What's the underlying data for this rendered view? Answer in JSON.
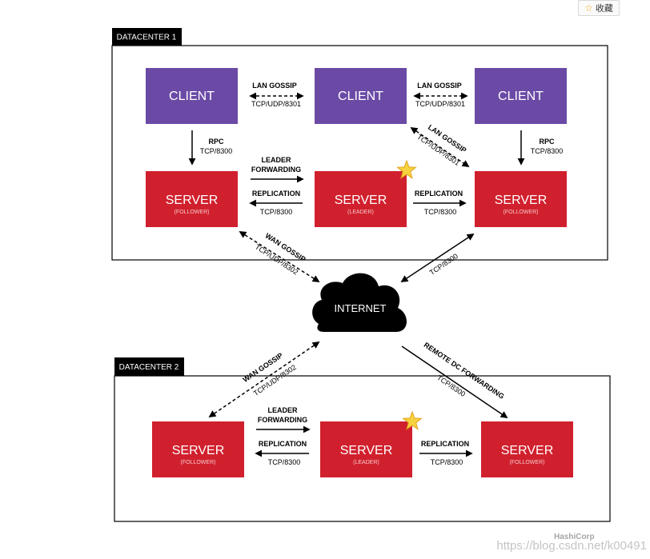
{
  "favorite_button": {
    "icon": "star-icon",
    "label": "收藏"
  },
  "datacenters": {
    "dc1": {
      "label": "DATACENTER 1"
    },
    "dc2": {
      "label": "DATACENTER 2"
    }
  },
  "nodes": {
    "client1": {
      "title": "CLIENT"
    },
    "client2": {
      "title": "CLIENT"
    },
    "client3": {
      "title": "CLIENT"
    },
    "dc1_server_left": {
      "title": "SERVER",
      "role": "(FOLLOWER)"
    },
    "dc1_server_mid": {
      "title": "SERVER",
      "role": "(LEADER)"
    },
    "dc1_server_right": {
      "title": "SERVER",
      "role": "(FOLLOWER)"
    },
    "dc2_server_left": {
      "title": "SERVER",
      "role": "(FOLLOWER)"
    },
    "dc2_server_mid": {
      "title": "SERVER",
      "role": "(LEADER)"
    },
    "dc2_server_right": {
      "title": "SERVER",
      "role": "(FOLLOWER)"
    },
    "internet": {
      "title": "INTERNET"
    }
  },
  "edges": {
    "lan_gossip_1": {
      "line1": "LAN GOSSIP",
      "line2": "TCP/UDP/8301"
    },
    "lan_gossip_2": {
      "line1": "LAN GOSSIP",
      "line2": "TCP/UDP/8301"
    },
    "lan_gossip_diag": {
      "line1": "LAN GOSSIP",
      "line2": "TCP/UDP/8301"
    },
    "rpc_left": {
      "line1": "RPC",
      "line2": "TCP/8300"
    },
    "rpc_right": {
      "line1": "RPC",
      "line2": "TCP/8300"
    },
    "dc1_leader_fwd": {
      "line1": "LEADER",
      "line2": "FORWARDING"
    },
    "dc1_repl_left": {
      "line1": "REPLICATION",
      "line2": "TCP/8300"
    },
    "dc1_repl_right": {
      "line1": "REPLICATION",
      "line2": "TCP/8300"
    },
    "wan_gossip_dc1": {
      "line1": "WAN GOSSIP",
      "line2": "TCP/UDP/8302"
    },
    "internet_dc1": {
      "line1": "TCP/8300"
    },
    "wan_gossip_dc2": {
      "line1": "WAN GOSSIP",
      "line2": "TCP/UDP/8302"
    },
    "remote_dc_fwd": {
      "line1": "REMOTE DC FORWARDING",
      "line2": "TCP/8300"
    },
    "dc2_leader_fwd": {
      "line1": "LEADER",
      "line2": "FORWARDING"
    },
    "dc2_repl_left": {
      "line1": "REPLICATION",
      "line2": "TCP/8300"
    },
    "dc2_repl_right": {
      "line1": "REPLICATION",
      "line2": "TCP/8300"
    }
  },
  "branding": {
    "logo": "HashiCorp",
    "watermark": "https://blog.csdn.net/k00491"
  },
  "colors": {
    "client": "#6b4aa6",
    "server": "#d1202d",
    "leader_star": "#f7d23e",
    "cloud": "#000000"
  }
}
